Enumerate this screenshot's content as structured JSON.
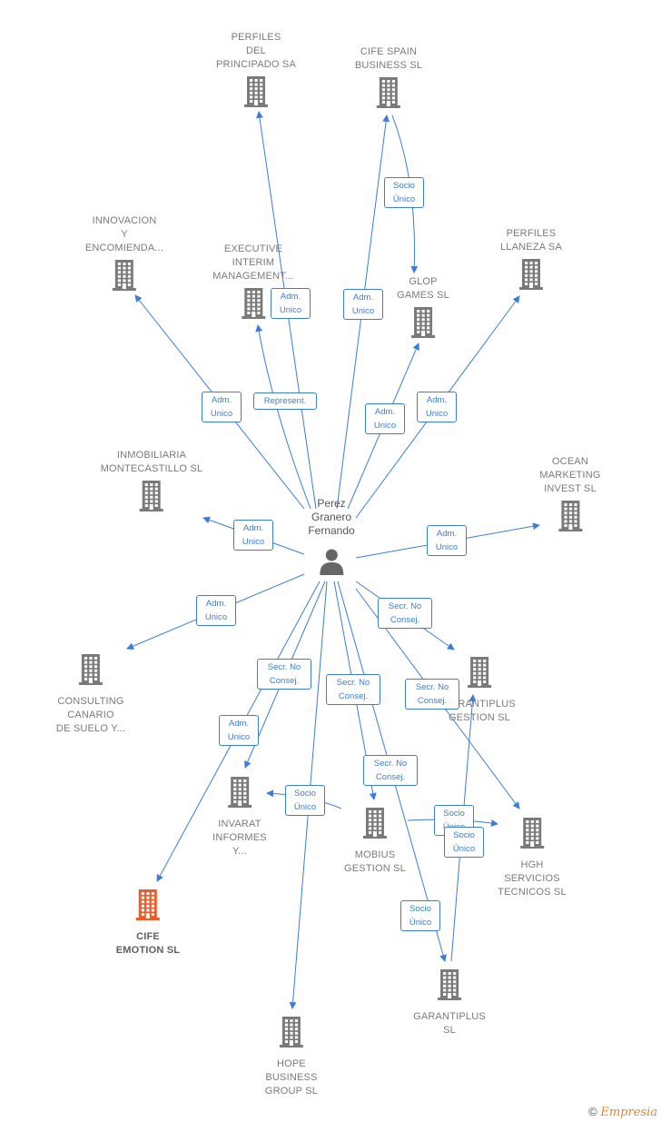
{
  "center": {
    "name": "Perez\nGranero\nFernando"
  },
  "nodes": [
    {
      "id": "perfiles-principado",
      "label": "PERFILES\nDEL\nPRINCIPADO SA"
    },
    {
      "id": "cife-spain",
      "label": "CIFE SPAIN\nBUSINESS SL"
    },
    {
      "id": "innovacion",
      "label": "INNOVACION\nY\nENCOMIENDA..."
    },
    {
      "id": "executive",
      "label": "EXECUTIVE\nINTERIM\nMANAGEMENT..."
    },
    {
      "id": "glop",
      "label": "GLOP\nGAMES SL"
    },
    {
      "id": "perfiles-llaneza",
      "label": "PERFILES\nLLANEZA SA"
    },
    {
      "id": "inmobiliaria",
      "label": "INMOBILIARIA\nMONTECASTILLO SL"
    },
    {
      "id": "ocean",
      "label": "OCEAN\nMARKETING\nINVEST SL"
    },
    {
      "id": "consulting",
      "label": "CONSULTING\nCANARIO\nDE SUELO Y..."
    },
    {
      "id": "garantiplus-gestion",
      "label": "GARANTIPLUS\nGESTION SL"
    },
    {
      "id": "invarat",
      "label": "INVARAT\nINFORMES\nY..."
    },
    {
      "id": "mobius",
      "label": "MOBIUS\nGESTION SL"
    },
    {
      "id": "hgh",
      "label": "HGH\nSERVICIOS\nTECNICOS SL"
    },
    {
      "id": "cife-emotion",
      "label": "CIFE\nEMOTION SL",
      "highlight": true
    },
    {
      "id": "garantiplus",
      "label": "GARANTIPLUS\nSL"
    },
    {
      "id": "hope",
      "label": "HOPE\nBUSINESS\nGROUP SL"
    }
  ],
  "relations": [
    {
      "label": "Adm.\nUnico"
    },
    {
      "label": "Adm.\nUnico"
    },
    {
      "label": "Socio\nÚnico"
    },
    {
      "label": "Adm.\nUnico"
    },
    {
      "label": "Represent."
    },
    {
      "label": "Adm.\nUnico"
    },
    {
      "label": "Adm.\nUnico"
    },
    {
      "label": "Adm.\nUnico"
    },
    {
      "label": "Adm.\nUnico"
    },
    {
      "label": "Adm.\nUnico"
    },
    {
      "label": "Secr. No\nConsej."
    },
    {
      "label": "Secr. No\nConsej."
    },
    {
      "label": "Secr. No\nConsej."
    },
    {
      "label": "Secr. No\nConsej."
    },
    {
      "label": "Adm.\nUnico"
    },
    {
      "label": "Secr. No\nConsej."
    },
    {
      "label": "Socio\nÚnico"
    },
    {
      "label": "Socio\nÚnico"
    },
    {
      "label": "Socio\nÚnico"
    },
    {
      "label": "Socio\nÚnico"
    }
  ],
  "colors": {
    "edge": "#3b7dd8",
    "building": "#7a7a7a",
    "highlight": "#f05a28",
    "person": "#666666"
  },
  "footer": {
    "copyright": "©",
    "brand": "Empresia"
  }
}
